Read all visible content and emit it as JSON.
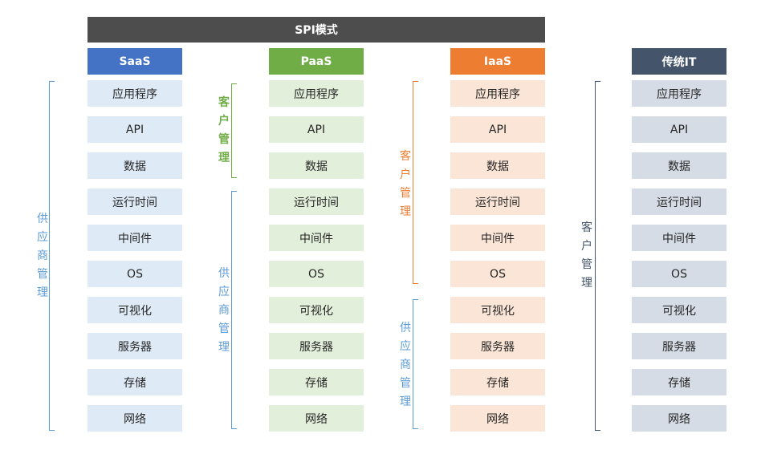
{
  "title": "SPI模式",
  "layers": [
    "应用程序",
    "API",
    "数据",
    "运行时间",
    "中间件",
    "OS",
    "可视化",
    "服务器",
    "存储",
    "网络"
  ],
  "columns": [
    {
      "header": "SaaS",
      "header_color": "#4472c4",
      "cell_color": "#deebf7",
      "braces": [
        {
          "label": [
            "供",
            "应",
            "商",
            "管",
            "理"
          ],
          "color": "#5b9bd5",
          "bold": false
        }
      ]
    },
    {
      "header": "PaaS",
      "header_color": "#70ad47",
      "cell_color": "#e2efda",
      "braces": [
        {
          "label": [
            "客",
            "户",
            "管",
            "理"
          ],
          "color": "#70ad47",
          "bold": true
        },
        {
          "label": [
            "供",
            "应",
            "商",
            "管",
            "理"
          ],
          "color": "#5b9bd5",
          "bold": false
        }
      ]
    },
    {
      "header": "IaaS",
      "header_color": "#ed7d31",
      "cell_color": "#fbe5d6",
      "braces": [
        {
          "label": [
            "客",
            "户",
            "管",
            "理"
          ],
          "color": "#ed7d31",
          "bold": false
        },
        {
          "label": [
            "供",
            "应",
            "商",
            "管",
            "理"
          ],
          "color": "#5b9bd5",
          "bold": false
        }
      ]
    },
    {
      "header": "传统IT",
      "header_color": "#44546a",
      "cell_color": "#d6dce5",
      "braces": [
        {
          "label": [
            "客",
            "户",
            "管",
            "理"
          ],
          "color": "#44546a",
          "bold": false
        }
      ]
    }
  ]
}
